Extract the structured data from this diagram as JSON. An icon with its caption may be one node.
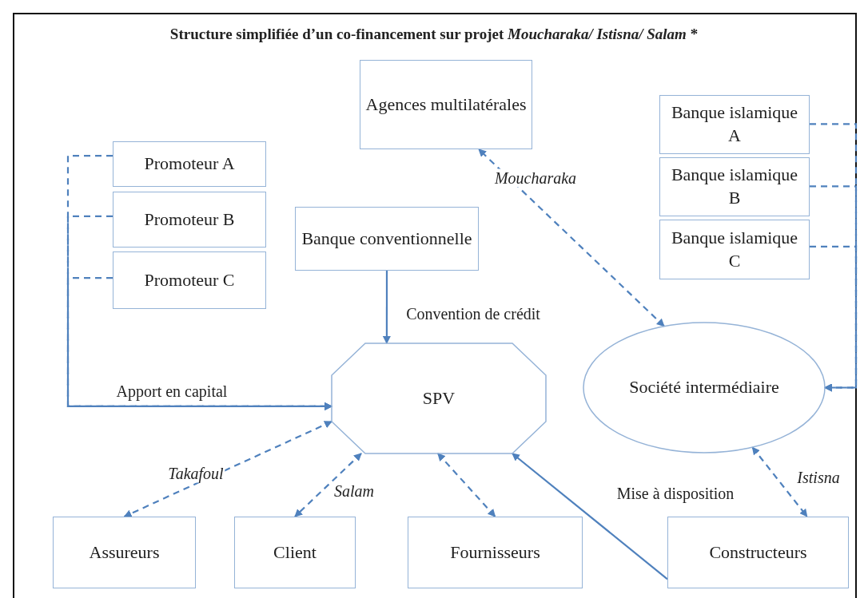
{
  "diagram": {
    "title": "Structure simplifiée d’un co-financement sur projet *Moucharaka/ Istisna/ Salam* *",
    "nodes": [
      {
        "text": [
          "Agences multilatérales"
        ]
      },
      {
        "text": [
          "Banque islamique A"
        ]
      },
      {
        "text": [
          "Promoteur A"
        ]
      },
      {
        "text": [
          "Promoteur B"
        ]
      },
      {
        "text": [
          "Banque islamique B"
        ]
      },
      {
        "text": [
          "Banque conventionnelle"
        ]
      },
      {
        "text": [
          "Banque islamique C"
        ]
      },
      {
        "text": [
          "Promoteur C"
        ]
      },
      {
        "text": [
          "SPV"
        ]
      },
      {
        "text": [
          "Société intermédiaire"
        ]
      },
      {
        "text": [
          "Assureurs"
        ]
      },
      {
        "text": [
          "Client"
        ]
      },
      {
        "text": [
          "Fournisseurs"
        ]
      },
      {
        "text": [
          "Constructeurs"
        ]
      }
    ],
    "edges": [
      {
        "from": 9,
        "to": 0,
        "arrow": "both",
        "style": "dashed",
        "label": "Moucharaka"
      },
      {
        "from": 2,
        "to": 8,
        "arrow": "to",
        "style": "dashed"
      },
      {
        "from": 3,
        "to": 8,
        "arrow": "to",
        "style": "dashed"
      },
      {
        "from": 7,
        "to": 8,
        "arrow": "to",
        "style": "dashed",
        "label": "Apport en capital"
      },
      {
        "from": 1,
        "to": 9,
        "arrow": "to",
        "style": "dashed"
      },
      {
        "from": 4,
        "to": 9,
        "arrow": "to",
        "style": "dashed"
      },
      {
        "from": 6,
        "to": 9,
        "arrow": "to",
        "style": "dashed"
      },
      {
        "from": 5,
        "to": 8,
        "arrow": "to",
        "label": "Convention de crédit"
      },
      {
        "from": 8,
        "to": 10,
        "arrow": "both",
        "style": "dashed",
        "label": "Takafoul"
      },
      {
        "from": 8,
        "to": 11,
        "arrow": "both",
        "style": "dashed",
        "label": "Salam"
      },
      {
        "from": 8,
        "to": 12,
        "arrow": "both",
        "style": "dashed"
      },
      {
        "from": 13,
        "to": 8,
        "arrow": "to",
        "label": "Mise à disposition"
      },
      {
        "from": 9,
        "to": 13,
        "arrow": "both",
        "style": "dashed",
        "label": "Istisna"
      }
    ]
  }
}
